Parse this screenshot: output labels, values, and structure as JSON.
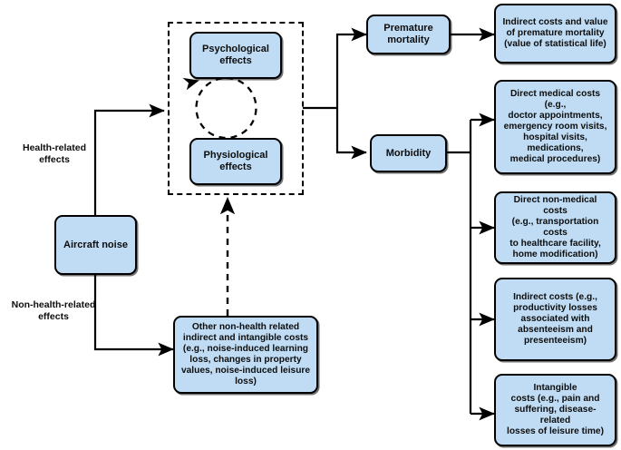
{
  "diagram": {
    "title": "Aircraft noise health and cost pathway diagram",
    "colors": {
      "node_fill": "#bfdcf4",
      "node_stroke": "#000000",
      "edge": "#000000",
      "background": "#ffffff"
    },
    "captions": [
      {
        "id": "health-related",
        "text": "Health-related\neffects"
      },
      {
        "id": "non-health-related",
        "text": "Non-health-related\neffects"
      }
    ],
    "nodes": [
      {
        "id": "aircraft-noise",
        "label": "Aircraft noise"
      },
      {
        "id": "psychological-effects",
        "label": "Psychological\neffects"
      },
      {
        "id": "physiological-effects",
        "label": "Physiological\neffects"
      },
      {
        "id": "other-non-health-costs",
        "label": "Other non-health related\nindirect and intangible costs\n(e.g., noise-induced learning\nloss, changes in property\nvalues, noise-induced leisure\nloss)"
      },
      {
        "id": "premature-mortality",
        "label": "Premature\nmortality"
      },
      {
        "id": "morbidity",
        "label": "Morbidity"
      },
      {
        "id": "indirect-costs-mortality",
        "label": "Indirect costs and value\nof premature mortality\n(value of statistical life)"
      },
      {
        "id": "direct-medical-costs",
        "label": "Direct medical costs (e.g.,\ndoctor appointments,\nemergency room visits,\nhospital visits,\nmedications,\nmedical procedures)"
      },
      {
        "id": "direct-non-medical-costs",
        "label": "Direct non-medical costs\n(e.g., transportation costs\nto healthcare facility,\nhome modification)"
      },
      {
        "id": "indirect-costs-morbidity",
        "label": "Indirect costs (e.g.,\nproductivity losses\nassociated with\nabsenteeism and\npresenteeism)"
      },
      {
        "id": "intangible-costs",
        "label": "Intangible\ncosts (e.g.,  pain and\nsuffering, disease-related\nlosses of leisure time)"
      }
    ],
    "edges": [
      {
        "from": "aircraft-noise",
        "to": "effects-group",
        "style": "solid",
        "label": "Health-related effects"
      },
      {
        "from": "aircraft-noise",
        "to": "other-non-health-costs",
        "style": "solid",
        "label": "Non-health-related effects"
      },
      {
        "from": "other-non-health-costs",
        "to": "effects-group",
        "style": "dashed",
        "label": ""
      },
      {
        "from": "psychological-effects",
        "to": "physiological-effects",
        "style": "dashed-cycle",
        "label": ""
      },
      {
        "from": "physiological-effects",
        "to": "psychological-effects",
        "style": "dashed-cycle",
        "label": ""
      },
      {
        "from": "effects-group",
        "to": "premature-mortality",
        "style": "solid",
        "label": ""
      },
      {
        "from": "effects-group",
        "to": "morbidity",
        "style": "solid",
        "label": ""
      },
      {
        "from": "premature-mortality",
        "to": "indirect-costs-mortality",
        "style": "solid",
        "label": ""
      },
      {
        "from": "morbidity",
        "to": "direct-medical-costs",
        "style": "solid",
        "label": ""
      },
      {
        "from": "morbidity",
        "to": "direct-non-medical-costs",
        "style": "solid",
        "label": ""
      },
      {
        "from": "morbidity",
        "to": "indirect-costs-morbidity",
        "style": "solid",
        "label": ""
      },
      {
        "from": "morbidity",
        "to": "intangible-costs",
        "style": "solid",
        "label": ""
      }
    ]
  }
}
